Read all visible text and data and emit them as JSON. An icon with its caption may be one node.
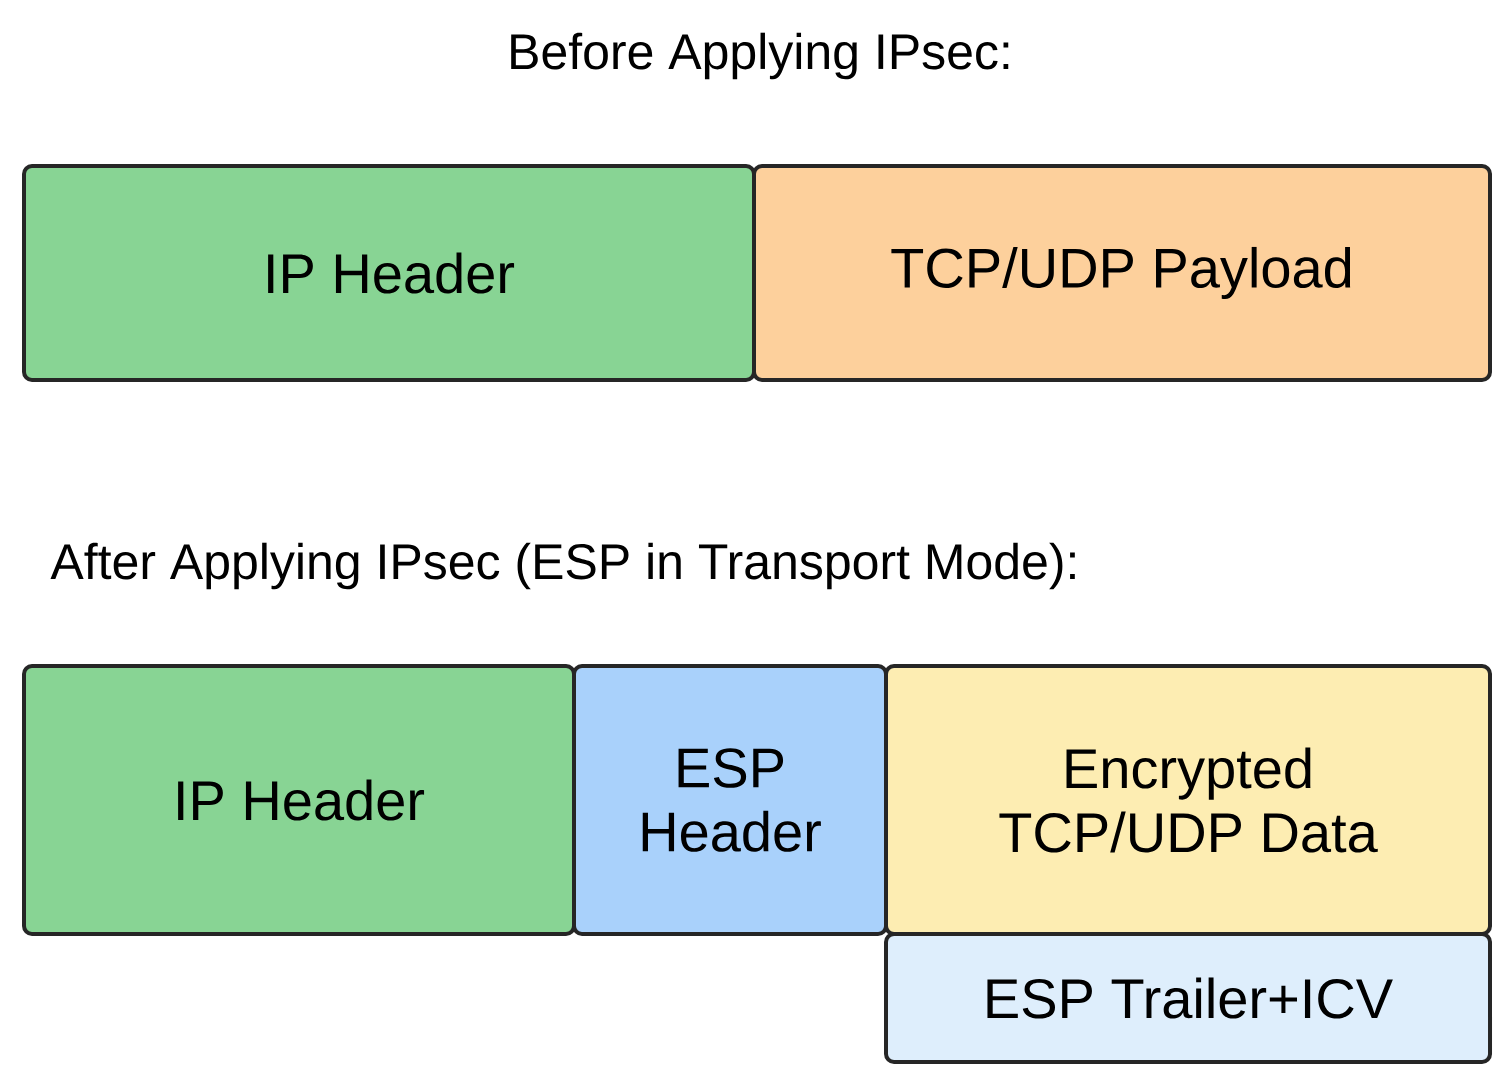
{
  "diagram": {
    "nodes": [
      {
        "text": [
          "IP Header"
        ]
      },
      {
        "text": [
          "TCP/UDP Payload"
        ]
      },
      {
        "text": [
          "IP Header"
        ]
      },
      {
        "text": [
          "ESP Header"
        ]
      },
      {
        "text": [
          "Encrypted TCP/UDP Data"
        ]
      },
      {
        "text": [
          "ESP Trailer+ICV"
        ]
      }
    ],
    "labels": [
      "Before Applying IPsec:",
      "After Applying IPsec (ESP in Transport Mode):"
    ]
  }
}
